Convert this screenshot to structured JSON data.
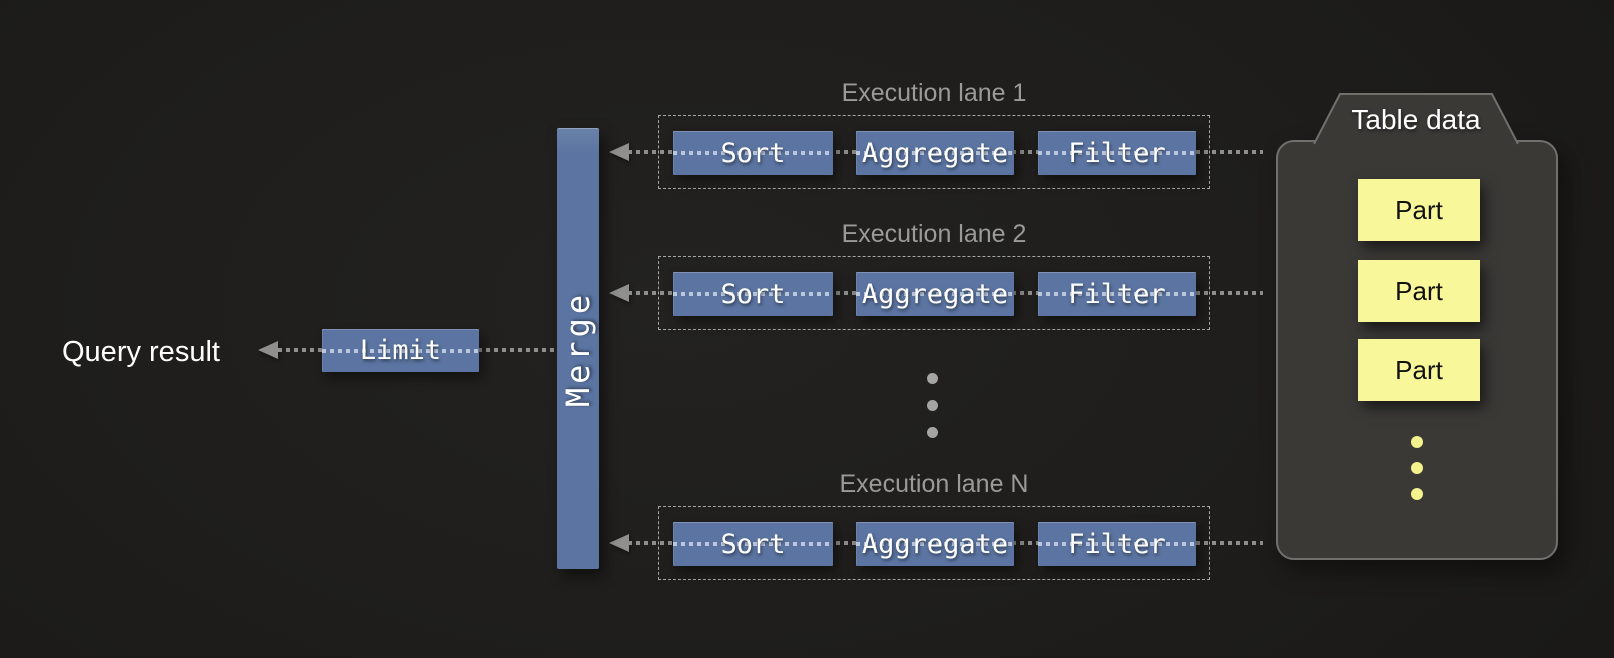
{
  "colors": {
    "background": "#1e1d1b",
    "operator_blue": "#5b74a1",
    "part_yellow": "#f8f79a",
    "line_gray": "#8f8f8d",
    "title_gray": "#9a9a98",
    "container_gray": "#3a3936"
  },
  "query_result_label": "Query result",
  "limit_label": "Limit",
  "merge_label": "Merge",
  "lanes": [
    {
      "title": "Execution lane 1",
      "operators": [
        "Sort",
        "Aggregate",
        "Filter"
      ]
    },
    {
      "title": "Execution lane 2",
      "operators": [
        "Sort",
        "Aggregate",
        "Filter"
      ]
    },
    {
      "title": "Execution lane N",
      "operators": [
        "Sort",
        "Aggregate",
        "Filter"
      ]
    }
  ],
  "table_data": {
    "title": "Table data",
    "parts": [
      "Part",
      "Part",
      "Part"
    ]
  }
}
